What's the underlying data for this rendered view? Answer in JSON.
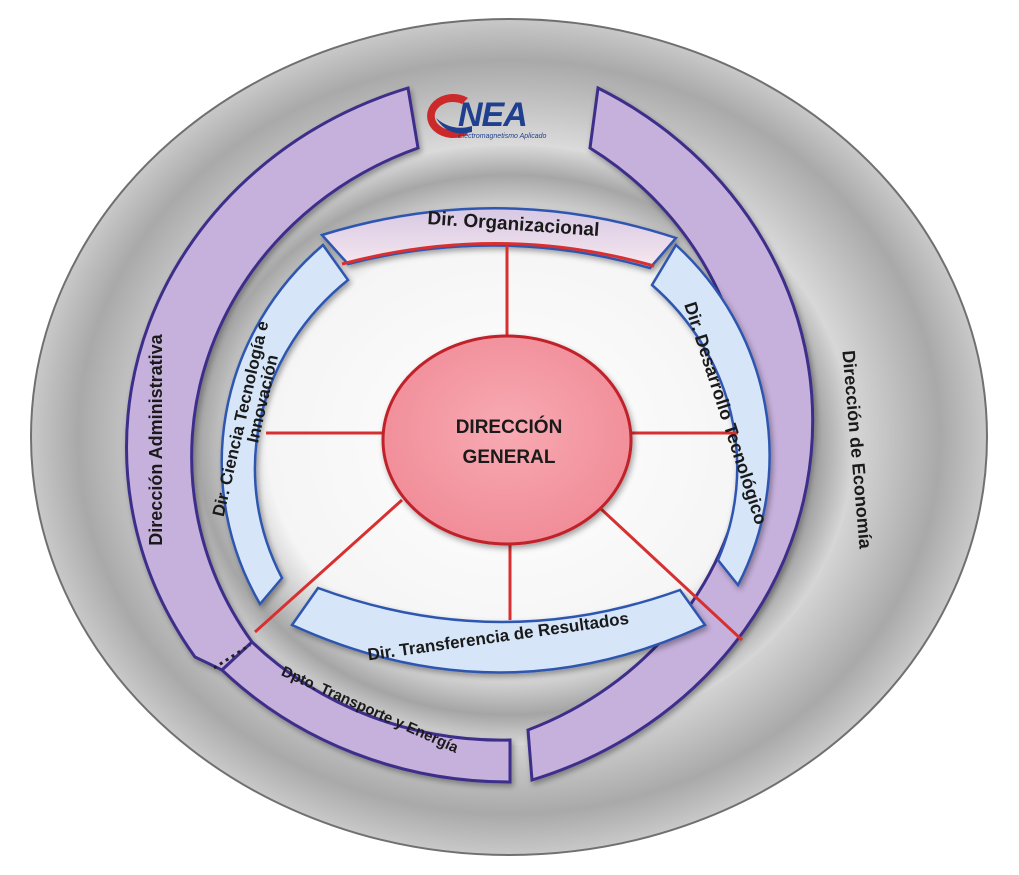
{
  "logo": {
    "text": "CNEA",
    "tagline": "Electromagnetismo Aplicado",
    "colors": {
      "red": "#cc2a2a",
      "blue": "#1f3f8f"
    }
  },
  "center": {
    "line1": "DIRECCIÓN",
    "line2": "GENERAL",
    "fill": "#f4909c",
    "stroke": "#c0202a"
  },
  "inner_units": {
    "top": "Dir. Organizacional",
    "left_line1": "Dir. Ciencia Tecnología e",
    "left_line2": "Innovación",
    "right": "Dir. Desarrollo Tecnológico",
    "bottom": "Dir. Transferencia de Resultados"
  },
  "outer_units": {
    "left": "Dirección Administrativa",
    "right": "Dirección de Economía",
    "bottom_left": "Dpto. Transporte y Energía"
  },
  "colors": {
    "purple_fill": "#c6b0dc",
    "purple_stroke": "#3c2f8a",
    "blue_fill": "#d6e6f8",
    "blue_stroke": "#2d56b0",
    "pink_fill": "#f3dfea",
    "connector": "#d83030"
  }
}
